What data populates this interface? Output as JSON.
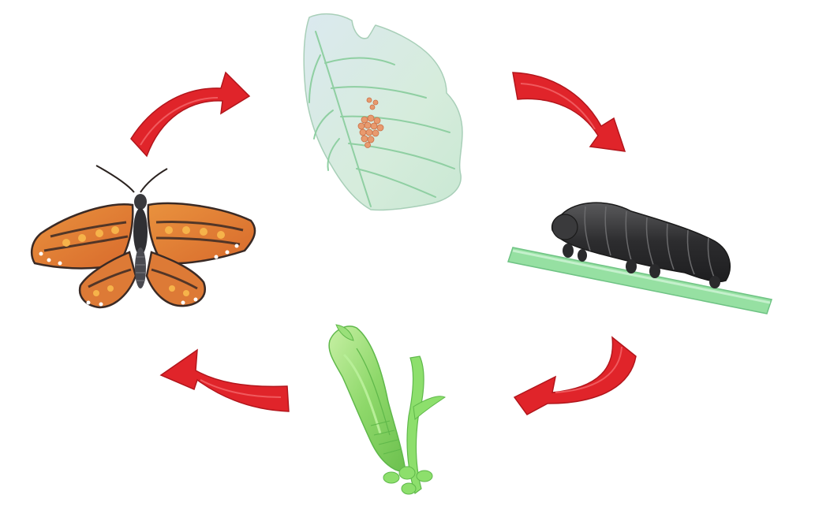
{
  "diagram": {
    "stages": [
      {
        "id": "egg",
        "icon": "eggs-on-leaf-icon"
      },
      {
        "id": "caterpillar",
        "icon": "caterpillar-icon"
      },
      {
        "id": "pupa",
        "icon": "chrysalis-icon"
      },
      {
        "id": "adult",
        "icon": "butterfly-icon"
      }
    ],
    "cycle_order": [
      "egg",
      "caterpillar",
      "pupa",
      "adult",
      "egg"
    ],
    "colors": {
      "arrow": "#e0242a",
      "arrow_shade": "#b2161c",
      "leaf": "#d3ead8",
      "leaf_vein": "#8fcfa2",
      "eggs": "#e89a6e",
      "caterpillar": "#2f2f31",
      "stem": "#8edc9a",
      "chrysalis": "#8fdb6a",
      "butterfly_wing": "#e6843a",
      "butterfly_dark": "#3a2a25",
      "butterfly_spot": "#f6b34a"
    }
  }
}
